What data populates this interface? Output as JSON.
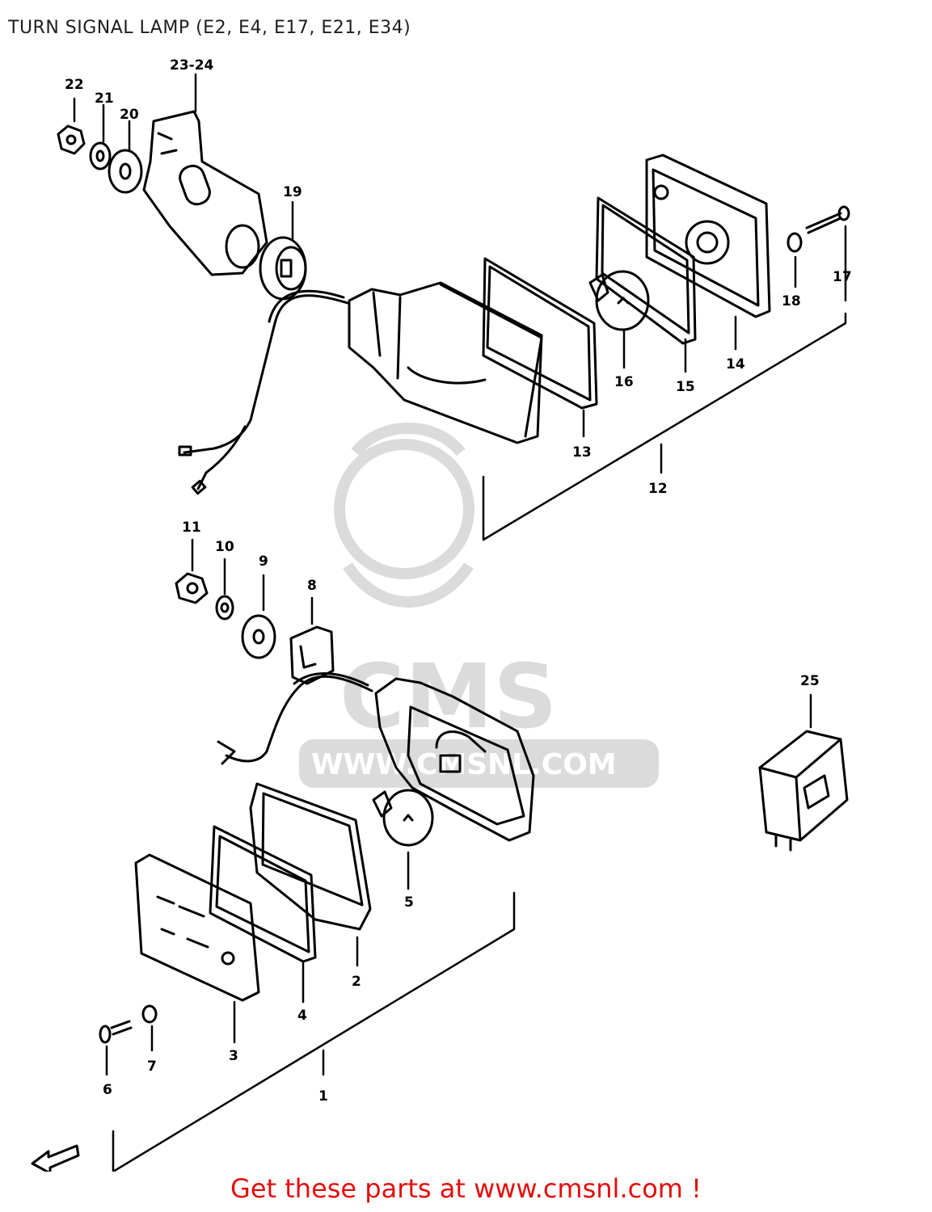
{
  "title": "TURN SIGNAL LAMP (E2, E4, E17, E21, E34)",
  "footer_link": "Get these parts at www.cmsnl.com !",
  "watermark": {
    "brand": "CMS",
    "url": "WWW.CMSNL.COM"
  },
  "colors": {
    "line_art": "#000000",
    "watermark": "#d8d8d8",
    "footer_link": "#e30e0e"
  },
  "part_labels": [
    "23-24",
    "22",
    "21",
    "20",
    "19",
    "18",
    "17",
    "16",
    "15",
    "14",
    "13",
    "12",
    "11",
    "10",
    "9",
    "8",
    "5",
    "4",
    "3",
    "2",
    "1",
    "6",
    "7",
    "25"
  ]
}
